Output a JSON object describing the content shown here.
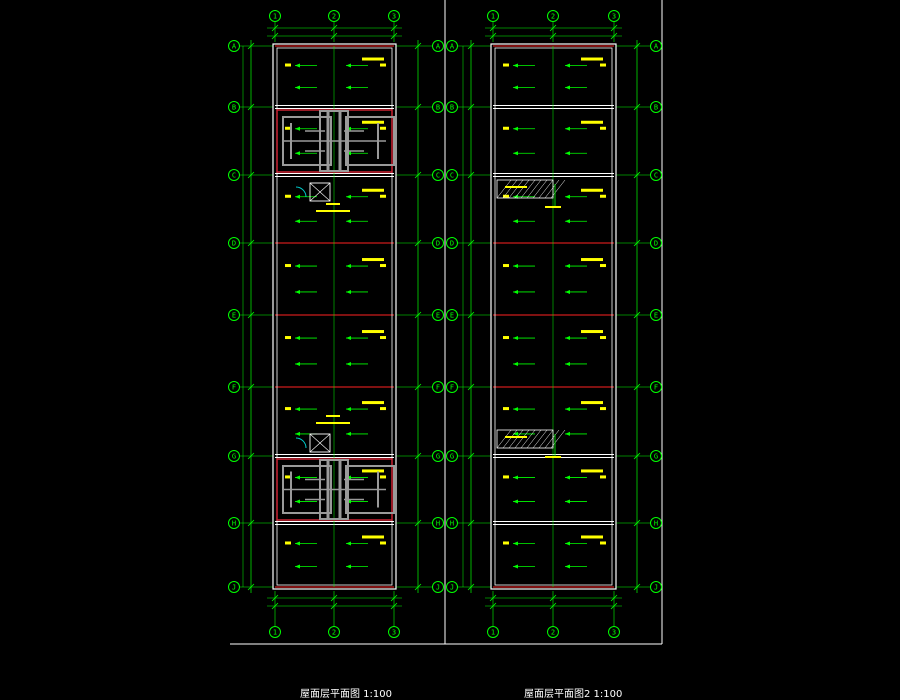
{
  "drawing": {
    "background": "#000000",
    "colors": {
      "axis_green": "#00ff00",
      "dim_green": "#33cc33",
      "wall_white": "#ffffff",
      "red_line": "#ff2222",
      "equipment_grey": "#9a9a9a",
      "equipment_red": "#cc2233",
      "yellow": "#ffff00",
      "cyan": "#00cccc",
      "magenta": "#aa55ff"
    },
    "column_labels": [
      "1",
      "2",
      "3"
    ],
    "row_labels": [
      "A",
      "B",
      "C",
      "D",
      "E",
      "F",
      "G",
      "H",
      "J"
    ],
    "panels": [
      {
        "id": "left",
        "title": "屋面层平面图 1:100",
        "has_equipment": true,
        "has_hatch": false
      },
      {
        "id": "right",
        "title": "屋面层平面图2 1:100",
        "has_equipment": false,
        "has_hatch": true
      }
    ]
  }
}
